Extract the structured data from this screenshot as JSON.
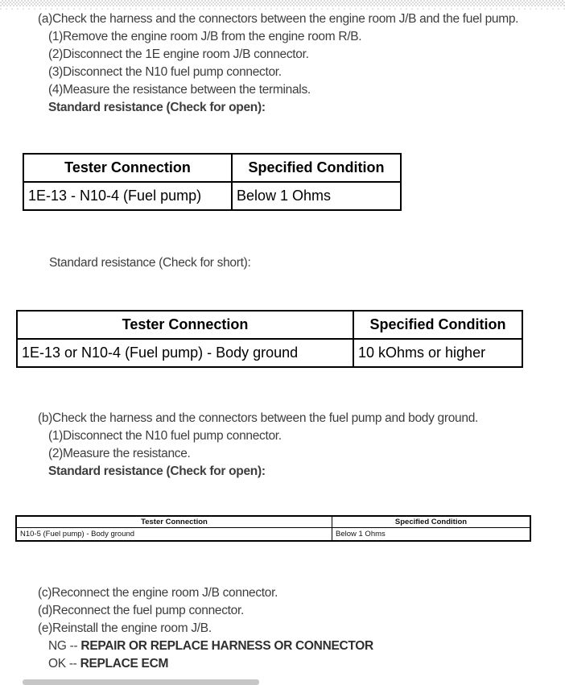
{
  "page": {
    "background": "#ffffff",
    "text_color": "#3d3d3d",
    "table_border_color": "#000000",
    "scrollbar_color": "#c6c6c6"
  },
  "section_a": {
    "step": "(a)Check the harness and the connectors between the engine room J/B and the fuel pump.",
    "substeps": [
      "(1)Remove the engine room J/B from the engine room R/B.",
      "(2)Disconnect the 1E engine room J/B connector.",
      "(3)Disconnect the N10 fuel pump connector.",
      "(4)Measure the resistance between the terminals."
    ],
    "note": "Standard resistance (Check for open):"
  },
  "table_open_a": {
    "headers": [
      "Tester Connection",
      "Specified Condition"
    ],
    "rows": [
      [
        "1E-13 - N10-4 (Fuel pump)",
        "Below 1 Ohms"
      ]
    ]
  },
  "note_short": "Standard resistance (Check for short):",
  "table_short": {
    "headers": [
      "Tester Connection",
      "Specified Condition"
    ],
    "rows": [
      [
        "1E-13 or N10-4 (Fuel pump) - Body ground",
        "10 kOhms or higher"
      ]
    ]
  },
  "section_b": {
    "step": "(b)Check the harness and the connectors between the fuel pump and body ground.",
    "substeps": [
      "(1)Disconnect the N10 fuel pump connector.",
      "(2)Measure the resistance."
    ],
    "note": "Standard resistance (Check for open):"
  },
  "table_open_b": {
    "headers": [
      "Tester Connection",
      "Specified Condition"
    ],
    "rows": [
      [
        "N10-5 (Fuel pump) - Body ground",
        "Below 1 Ohms"
      ]
    ]
  },
  "section_final": {
    "steps": [
      "(c)Reconnect the engine room J/B connector.",
      "(d)Reconnect the fuel pump connector.",
      "(e)Reinstall the engine room J/B."
    ],
    "results": [
      {
        "label": "NG",
        "separator": "--",
        "action": "REPAIR OR REPLACE HARNESS OR CONNECTOR"
      },
      {
        "label": "OK",
        "separator": "--",
        "action": "REPLACE ECM"
      }
    ]
  }
}
